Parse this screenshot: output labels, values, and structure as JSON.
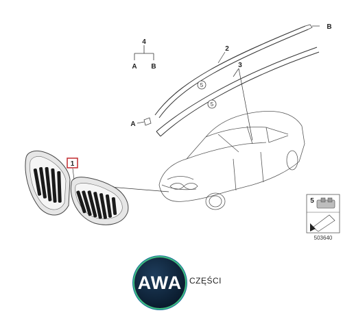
{
  "callouts": {
    "item1": "1",
    "item2": "2",
    "item3": "3",
    "item4": "4",
    "item5": "5",
    "clip5a": "5",
    "clip5b": "5",
    "item4_a": "A",
    "item4_b": "B",
    "end_a": "A",
    "end_b": "B"
  },
  "diagram_number": "503640",
  "brand": {
    "logo_text": "AWA",
    "suffix": "CZĘŚCI"
  },
  "colors": {
    "line": "#333333",
    "callout_red": "#c0282d",
    "logo_bg": "#0b1d30",
    "logo_ring": "#3fbf7f"
  }
}
